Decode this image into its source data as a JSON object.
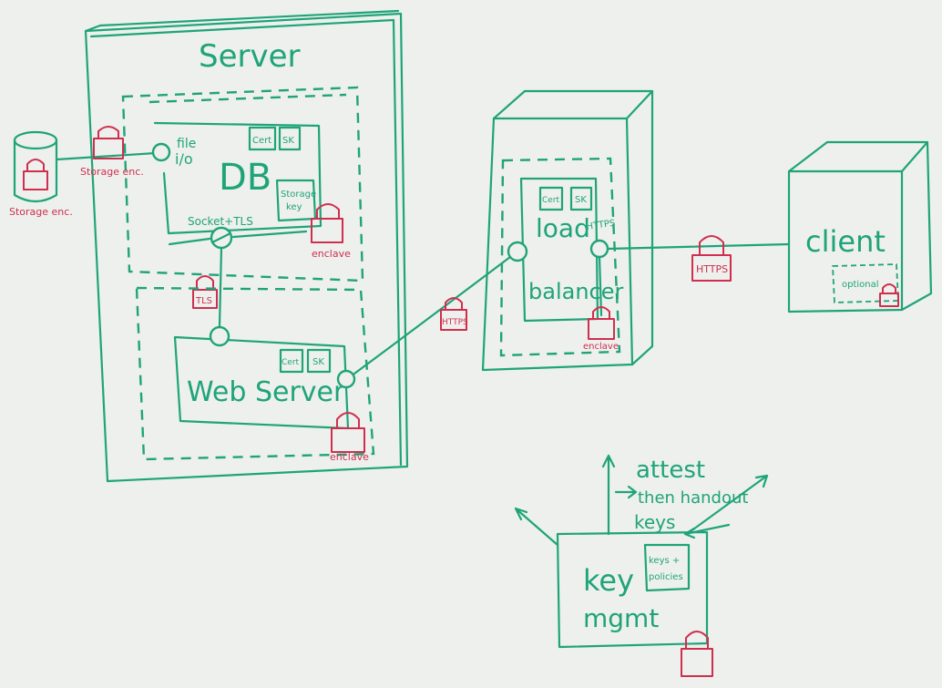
{
  "labels": {
    "server": "Server",
    "db": "DB",
    "file_io_1": "file",
    "file_io_2": "i/o",
    "cert": "Cert",
    "sk": "SK",
    "storage_key_1": "Storage",
    "storage_key_2": "key",
    "socket_tls": "Socket+TLS",
    "enclave": "enclave",
    "tls": "TLS",
    "web_server": "Web Server",
    "storage_enc": "Storage enc.",
    "load": "load",
    "balancer": "balancer",
    "https": "HTTPS",
    "client": "client",
    "optional": "optional",
    "attest": "attest",
    "then_handout": "then handout",
    "keys": "keys",
    "key": "key",
    "mgmt": "mgmt",
    "keys_policies_1": "keys +",
    "keys_policies_2": "policies"
  }
}
